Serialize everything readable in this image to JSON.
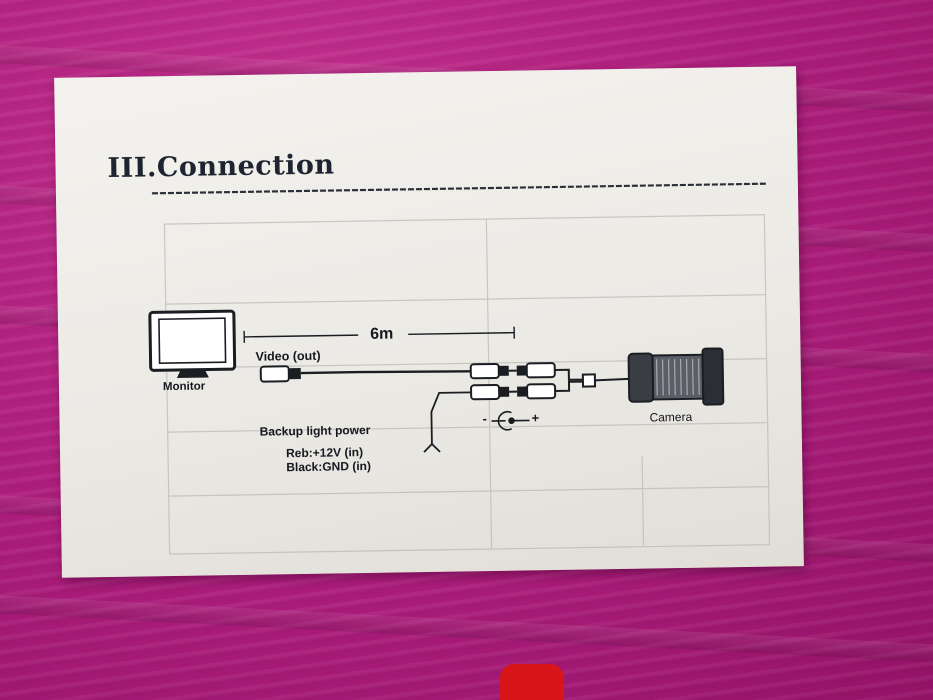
{
  "card": {
    "heading": "III.Connection",
    "cable_length": "6m",
    "monitor_label": "Monitor",
    "video_label": "Video (out)",
    "camera_label": "Camera",
    "backup_title": "Backup light power",
    "backup_red": "Reb:+12V (in)",
    "backup_black": "Black:GND (in)",
    "polarity_minus": "-",
    "polarity_plus": "+"
  }
}
